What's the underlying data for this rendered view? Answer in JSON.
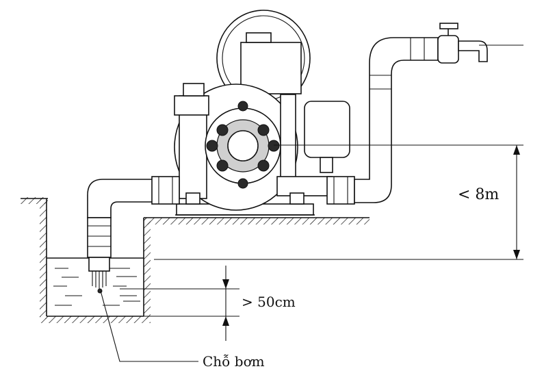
{
  "labels": {
    "height_limit": "< 8m",
    "depth_min": "> 50cm",
    "suction_point": "Chỗ bơm"
  }
}
